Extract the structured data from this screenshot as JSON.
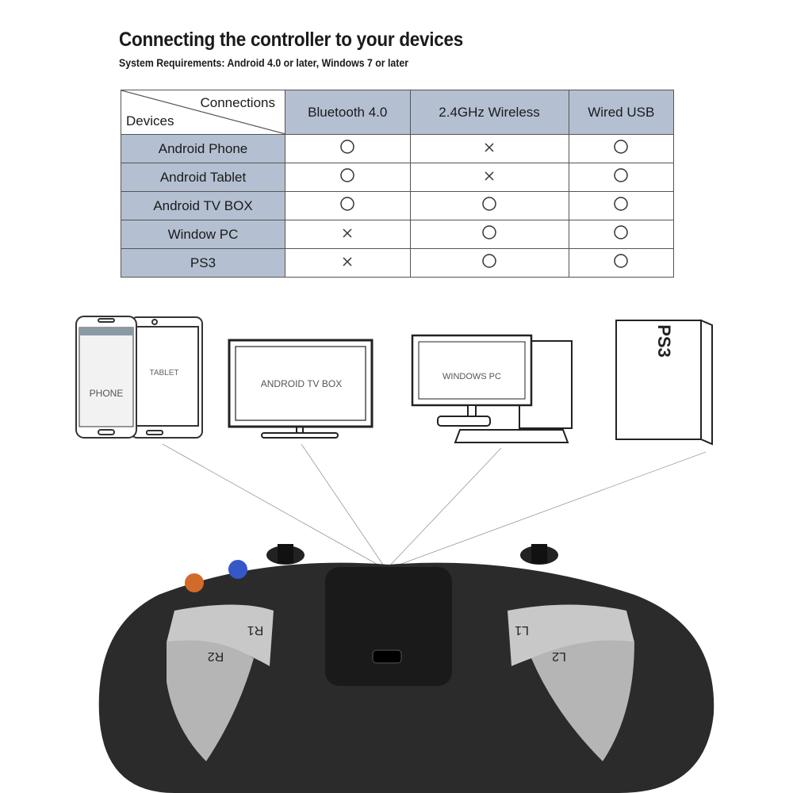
{
  "title": "Connecting the controller to your devices",
  "subtitle": "System Requirements: Android 4.0 or later, Windows 7 or later",
  "table": {
    "corner_top": "Connections",
    "corner_bottom": "Devices",
    "columns": [
      "Bluetooth 4.0",
      "2.4GHz Wireless",
      "Wired USB"
    ],
    "rows": [
      {
        "device": "Android Phone",
        "values": [
          "O",
          "X",
          "O"
        ]
      },
      {
        "device": "Android Tablet",
        "values": [
          "O",
          "X",
          "O"
        ]
      },
      {
        "device": "Android TV BOX",
        "values": [
          "O",
          "O",
          "O"
        ]
      },
      {
        "device": "Window PC",
        "values": [
          "X",
          "O",
          "O"
        ]
      },
      {
        "device": "PS3",
        "values": [
          "X",
          "O",
          "O"
        ]
      }
    ],
    "header_color": "#b4c0d1"
  },
  "devices": {
    "phone": "PHONE",
    "tablet": "TABLET",
    "tv": "ANDROID TV BOX",
    "pc": "WINDOWS PC",
    "ps3": "PS3"
  },
  "controller": {
    "r1": "R1",
    "r2": "R2",
    "l1": "L1",
    "l2": "L2"
  }
}
